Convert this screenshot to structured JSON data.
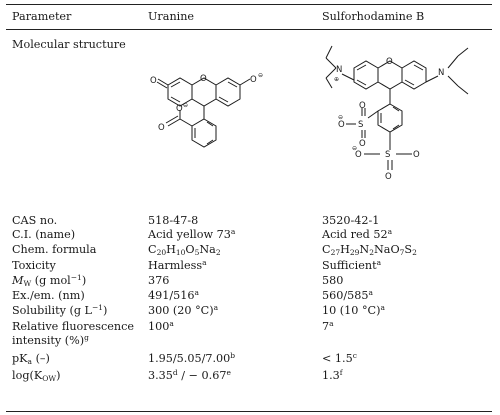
{
  "header": {
    "parameter": "Parameter",
    "uranine": "Uranine",
    "sulforhodamine": "Sulforhodamine B"
  },
  "molecular_structure_label": "Molecular structure",
  "structure_atoms": {
    "o": "O",
    "n": "N",
    "s": "S",
    "plus": "⊕",
    "minus": "⊖"
  },
  "rows": [
    {
      "param": "CAS no.",
      "uranine": "518-47-8",
      "sulfo": "3520-42-1"
    },
    {
      "param": "C.I. (name)",
      "uranine": "Acid yellow 73",
      "uranine_sup": "a",
      "sulfo": "Acid red 52",
      "sulfo_sup": "a"
    },
    {
      "param": "Chem. formula"
    },
    {
      "param": "Toxicity",
      "uranine": "Harmless",
      "uranine_sup": "a",
      "sulfo": "Sufficient",
      "sulfo_sup": "a"
    },
    {
      "param_w": "W",
      "param_unit": "(g mol",
      "param_unit_sup": "−1",
      "param_unit_end": ")",
      "uranine": "376",
      "sulfo": "580"
    },
    {
      "param": "Ex./em. (nm)",
      "uranine": "491/516",
      "uranine_sup": "a",
      "sulfo": "560/585",
      "sulfo_sup": "a"
    },
    {
      "param": "Solubility (g L",
      "param_sup": "−1",
      "param_end": ")",
      "uranine": "300 (20 °C)",
      "uranine_sup": "a",
      "sulfo": "10 (10 °C)",
      "sulfo_sup": "a"
    },
    {
      "param": "Relative fluorescence",
      "param_line2": "intensity (%)",
      "param_line2_sup": "g",
      "uranine": "100",
      "uranine_sup": "a",
      "sulfo": "7",
      "sulfo_sup": "a"
    },
    {
      "param": "pK",
      "param_sub": "a",
      "param_end": " (–)",
      "uranine": "1.95/5.05/7.00",
      "uranine_sup": "b",
      "sulfo": "< 1.5",
      "sulfo_sup": "c"
    },
    {
      "param": "log(K",
      "param_sub": "OW",
      "param_end": ")",
      "uranine_a": "3.35",
      "uranine_sup_a": "d",
      "uranine_b": " / − 0.67",
      "uranine_sup_b": "e",
      "sulfo": "1.3",
      "sulfo_sup": "f"
    }
  ],
  "formula": {
    "uranine": [
      "C",
      "20",
      "H",
      "10",
      "O",
      "5",
      "Na",
      "2"
    ],
    "sulfo": [
      "C",
      "27",
      "H",
      "29",
      "N",
      "2",
      "NaO",
      "7",
      "S",
      "2"
    ]
  },
  "mw_symbol": "M"
}
